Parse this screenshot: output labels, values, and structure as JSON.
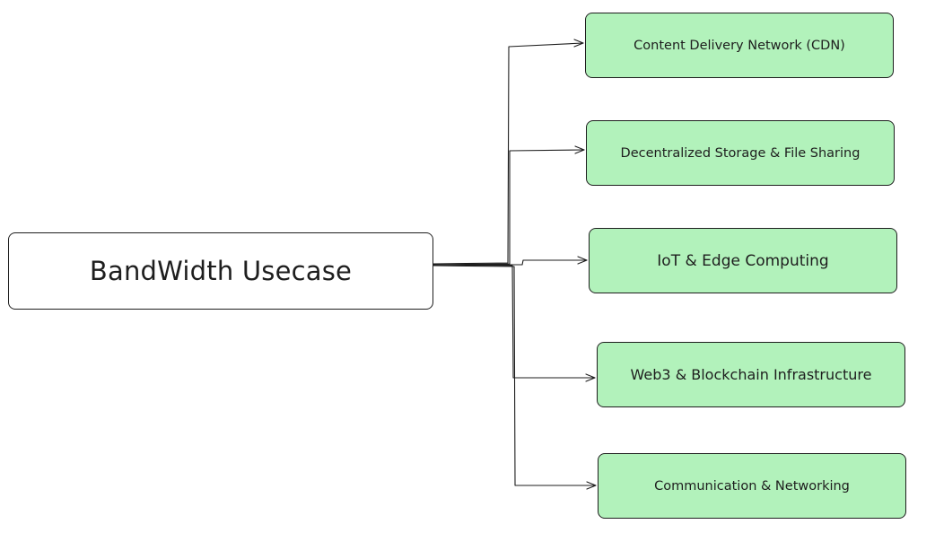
{
  "diagram": {
    "root": {
      "label": "BandWidth Usecase"
    },
    "leaves": [
      {
        "label": "Content Delivery Network (CDN)",
        "fill": "#b2f2bb"
      },
      {
        "label": "Decentralized Storage & File Sharing",
        "fill": "#b2f2bb"
      },
      {
        "label": "IoT & Edge Computing",
        "fill": "#b2f2bb"
      },
      {
        "label": "Web3 & Blockchain Infrastructure",
        "fill": "#b2f2bb"
      },
      {
        "label": "Communication & Networking",
        "fill": "#b2f2bb"
      }
    ],
    "colors": {
      "stroke": "#1e1e1e",
      "leaf_fill": "#b2f2bb",
      "root_fill": "#ffffff"
    }
  }
}
